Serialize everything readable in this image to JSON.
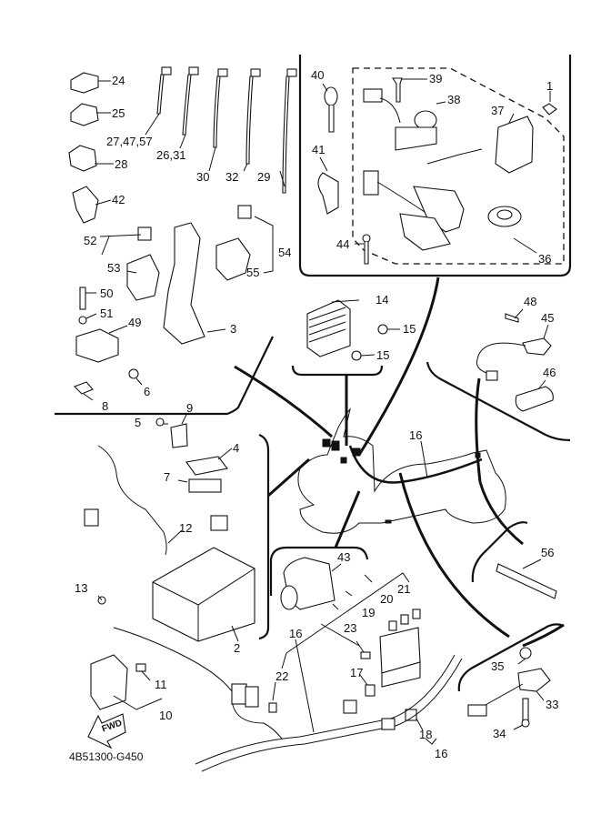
{
  "diagram": {
    "title_code": "4B51300-G450",
    "fwd_label": "FWD",
    "callouts": [
      {
        "id": "c24",
        "text": "24"
      },
      {
        "id": "c25",
        "text": "25"
      },
      {
        "id": "c28",
        "text": "28"
      },
      {
        "id": "c42",
        "text": "42"
      },
      {
        "id": "c27",
        "text": "27,47,57"
      },
      {
        "id": "c26",
        "text": "26,31"
      },
      {
        "id": "c30",
        "text": "30"
      },
      {
        "id": "c32",
        "text": "32"
      },
      {
        "id": "c29",
        "text": "29"
      },
      {
        "id": "c40",
        "text": "40"
      },
      {
        "id": "c39",
        "text": "39"
      },
      {
        "id": "c38",
        "text": "38"
      },
      {
        "id": "c1",
        "text": "1"
      },
      {
        "id": "c37",
        "text": "37"
      },
      {
        "id": "c41",
        "text": "41"
      },
      {
        "id": "c44",
        "text": "44"
      },
      {
        "id": "c36",
        "text": "36"
      },
      {
        "id": "c52",
        "text": "52"
      },
      {
        "id": "c53",
        "text": "53"
      },
      {
        "id": "c54",
        "text": "54"
      },
      {
        "id": "c55",
        "text": "55"
      },
      {
        "id": "c50",
        "text": "50"
      },
      {
        "id": "c51",
        "text": "51"
      },
      {
        "id": "c49",
        "text": "49"
      },
      {
        "id": "c3",
        "text": "3"
      },
      {
        "id": "c6",
        "text": "6"
      },
      {
        "id": "c8",
        "text": "8"
      },
      {
        "id": "c14",
        "text": "14"
      },
      {
        "id": "c15a",
        "text": "15"
      },
      {
        "id": "c15b",
        "text": "15"
      },
      {
        "id": "c48",
        "text": "48"
      },
      {
        "id": "c45",
        "text": "45"
      },
      {
        "id": "c46",
        "text": "46"
      },
      {
        "id": "c9",
        "text": "9"
      },
      {
        "id": "c5",
        "text": "5"
      },
      {
        "id": "c4",
        "text": "4"
      },
      {
        "id": "c7",
        "text": "7"
      },
      {
        "id": "c16a",
        "text": "16"
      },
      {
        "id": "c12",
        "text": "12"
      },
      {
        "id": "c13",
        "text": "13"
      },
      {
        "id": "c2",
        "text": "2"
      },
      {
        "id": "c11",
        "text": "11"
      },
      {
        "id": "c10",
        "text": "10"
      },
      {
        "id": "c43",
        "text": "43"
      },
      {
        "id": "c56",
        "text": "56"
      },
      {
        "id": "c21",
        "text": "21"
      },
      {
        "id": "c20",
        "text": "20"
      },
      {
        "id": "c19",
        "text": "19"
      },
      {
        "id": "c23",
        "text": "23"
      },
      {
        "id": "c16b",
        "text": "16"
      },
      {
        "id": "c22",
        "text": "22"
      },
      {
        "id": "c17",
        "text": "17"
      },
      {
        "id": "c18",
        "text": "18"
      },
      {
        "id": "c16c",
        "text": "16"
      },
      {
        "id": "c35",
        "text": "35"
      },
      {
        "id": "c33",
        "text": "33"
      },
      {
        "id": "c34",
        "text": "34"
      }
    ]
  }
}
